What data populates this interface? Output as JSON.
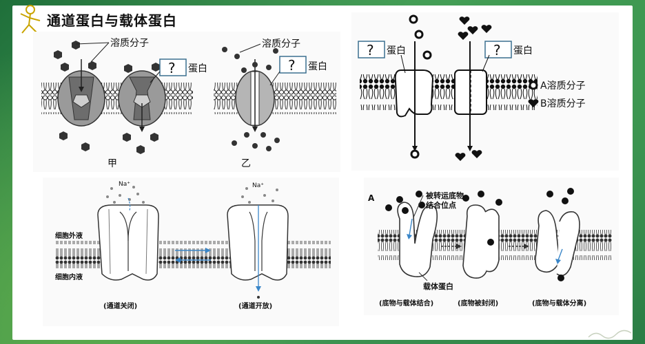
{
  "title": "通道蛋白与载体蛋白",
  "panel1": {
    "solute_label": "溶质分子",
    "protein_label": "蛋白",
    "unknown_mark": "?",
    "left_caption": "甲",
    "right_caption": "乙"
  },
  "panel2": {
    "protein_label": "蛋白",
    "unknown_mark": "?",
    "legend_a": "A溶质分子",
    "legend_b": "B溶质分子"
  },
  "panel3": {
    "ion": "Na⁺",
    "outside_label": "细胞外液",
    "inside_label": "细胞内液",
    "closed_caption": "(通道关闭)",
    "open_caption": "(通道开放)"
  },
  "panel4": {
    "letter": "A",
    "site_label_1": "被转运底物",
    "site_label_2": "结合位点",
    "carrier_label": "载体蛋白",
    "caption_1": "(底物与载体结合)",
    "caption_2": "(底物被封闭)",
    "caption_3": "(底物与载体分离)"
  },
  "colors": {
    "accent": "#2e8b4a",
    "box_border": "#3b6f8f",
    "ink": "#111111"
  }
}
